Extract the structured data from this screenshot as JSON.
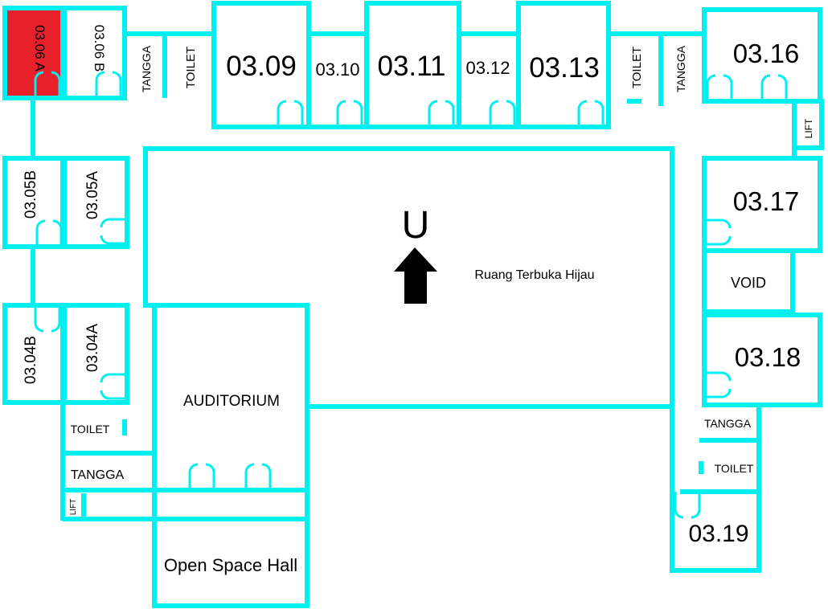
{
  "colors": {
    "wall": "#00f0f0",
    "highlight": "#e8202a",
    "text": "#000000",
    "background": "#ffffff"
  },
  "icons": {
    "north": "north-arrow-icon",
    "door": "door-swing-icon"
  },
  "rooms": {
    "r0306a": "03.06 A",
    "r0306b": "03.06 B",
    "r0305b": "03.05B",
    "r0305a": "03.05A",
    "r0304b": "03.04B",
    "r0304a": "03.04A",
    "r0309": "03.09",
    "r0310": "03.10",
    "r0311": "03.11",
    "r0312": "03.12",
    "r0313": "03.13",
    "r0316": "03.16",
    "r0317": "03.17",
    "r0318": "03.18",
    "r0319": "03.19",
    "void": "VOID",
    "auditorium": "AUDITORIUM",
    "open_space_hall": "Open Space Hall",
    "courtyard": "Ruang Terbuka Hijau"
  },
  "facilities": {
    "tangga_top_left": "TANGGA",
    "toilet_top_left": "TOILET",
    "toilet_top_right": "TOILET",
    "tangga_top_right": "TANGGA",
    "lift_right": "LIFT",
    "tangga_right": "TANGGA",
    "toilet_right": "TOILET",
    "toilet_left": "TOILET",
    "tangga_left": "TANGGA",
    "lift_left": "LIFT"
  },
  "compass": {
    "north_label": "U"
  }
}
